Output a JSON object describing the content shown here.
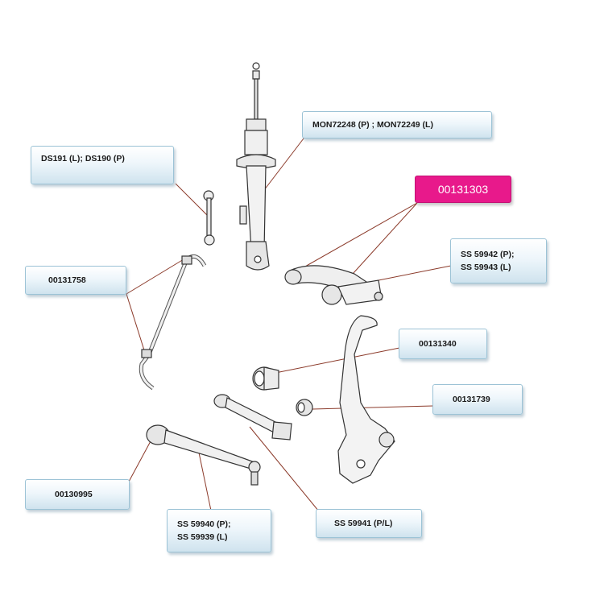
{
  "labels": {
    "strut": "MON72248 (P) ;  MON72249 (L)",
    "stabilizer_link": "DS191 (L);  DS190  (P)",
    "upper_arm": "00131303",
    "upper_arm_right_1": "SS 59942 (P);",
    "upper_arm_right_2": "SS 59943 (L)",
    "stabilizer_bar": "00131758",
    "bushing_1": "00131340",
    "bushing_2": "00131739",
    "lower_arm_bushing": "00130995",
    "lower_arm_1": "SS 59940 (P);",
    "lower_arm_2": "SS 59939 (L)",
    "tension_strut": "SS 59941 (P/L)"
  },
  "colors": {
    "highlight": "#e8198b",
    "leader_line": "#8b3a2a",
    "part_stroke": "#333333"
  }
}
